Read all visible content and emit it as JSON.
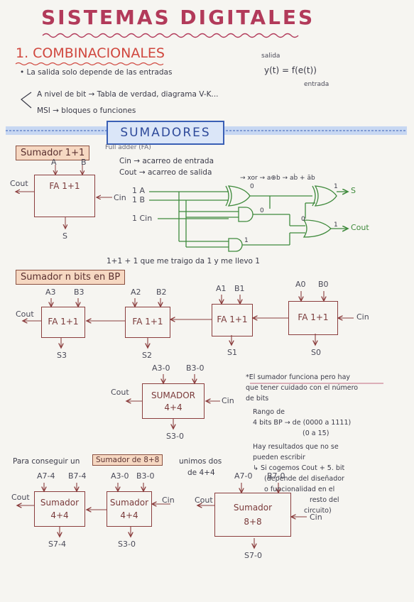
{
  "title": "SISTEMAS DIGITALES",
  "section1": "1. COMBINACIONALES",
  "bullet": "La salida solo depende de las entradas",
  "formula": "y(t) = f(e(t))",
  "salida": "salida",
  "entrada": "entrada",
  "bit_level": "A nivel de bit → Tabla de verdad, diagrama V-K...",
  "msi": "MSI → bloques o funciones",
  "banner": "SUMADORES",
  "sumador11": {
    "tag": "Sumador 1+1",
    "fulladder": "Full adder (FA)",
    "cin_def": "Cin → acarreo de entrada",
    "cout_def": "Cout → acarreo de salida",
    "box": "FA 1+1",
    "a": "A",
    "b": "B",
    "cin": "Cin",
    "cout": "Cout",
    "s": "S",
    "xor_note": "→ xor → a⊕b → aḃ + āb",
    "in_a": "1 A",
    "in_b": "1 B",
    "in_cin": "1 Cin",
    "s_out": "S",
    "cout_out": "Cout",
    "val0a": "0",
    "val1a": "1",
    "val0b": "0",
    "val0c": "0",
    "val1b": "1",
    "val1c": "1",
    "caption": "1+1 + 1 que me traigo da 1 y me llevo 1"
  },
  "sumadorN": {
    "tag": "Sumador n bits en BP",
    "box": "FA 1+1",
    "cin": "Cin",
    "cout": "Cout",
    "adders": [
      {
        "a": "A3",
        "b": "B3",
        "s": "S3"
      },
      {
        "a": "A2",
        "b": "B2",
        "s": "S2"
      },
      {
        "a": "A1",
        "b": "B1",
        "s": "S1"
      },
      {
        "a": "A0",
        "b": "B0",
        "s": "S0"
      }
    ]
  },
  "sumador44": {
    "a": "A3-0",
    "b": "B3-0",
    "box1": "SUMADOR",
    "box2": "4+4",
    "cin": "Cin",
    "cout": "Cout",
    "s": "S3-0"
  },
  "notes": [
    "*El sumador funciona pero hay",
    "que tener cuidado con el número",
    "de bits",
    "Rango de",
    "4 bits BP → de (0000 a 1111)",
    "(0 a 15)",
    "Hay resultados que no se",
    "pueden escribir",
    "↳ Si cogemos Cout + 5. bit",
    "(depende del diseñador",
    "o funcionalidad en el",
    "resto del",
    "circuito)"
  ],
  "sumador88": {
    "intro1": "Para conseguir un",
    "intro_tag": "Sumador de 8+8",
    "intro2": "unimos dos",
    "intro3": "de 4+4",
    "left": {
      "a": "A7-4",
      "b": "B7-4",
      "s": "S7-4",
      "box1": "Sumador",
      "box2": "4+4",
      "cout": "Cout"
    },
    "right": {
      "a": "A3-0",
      "b": "B3-0",
      "s": "S3-0",
      "box1": "Sumador",
      "box2": "4+4",
      "cin": "Cin"
    },
    "big": {
      "a": "A7-0",
      "b": "B7-0",
      "s": "S7-0",
      "box1": "Sumador",
      "box2": "8+8",
      "cin": "Cin",
      "cout": "Cout"
    }
  }
}
